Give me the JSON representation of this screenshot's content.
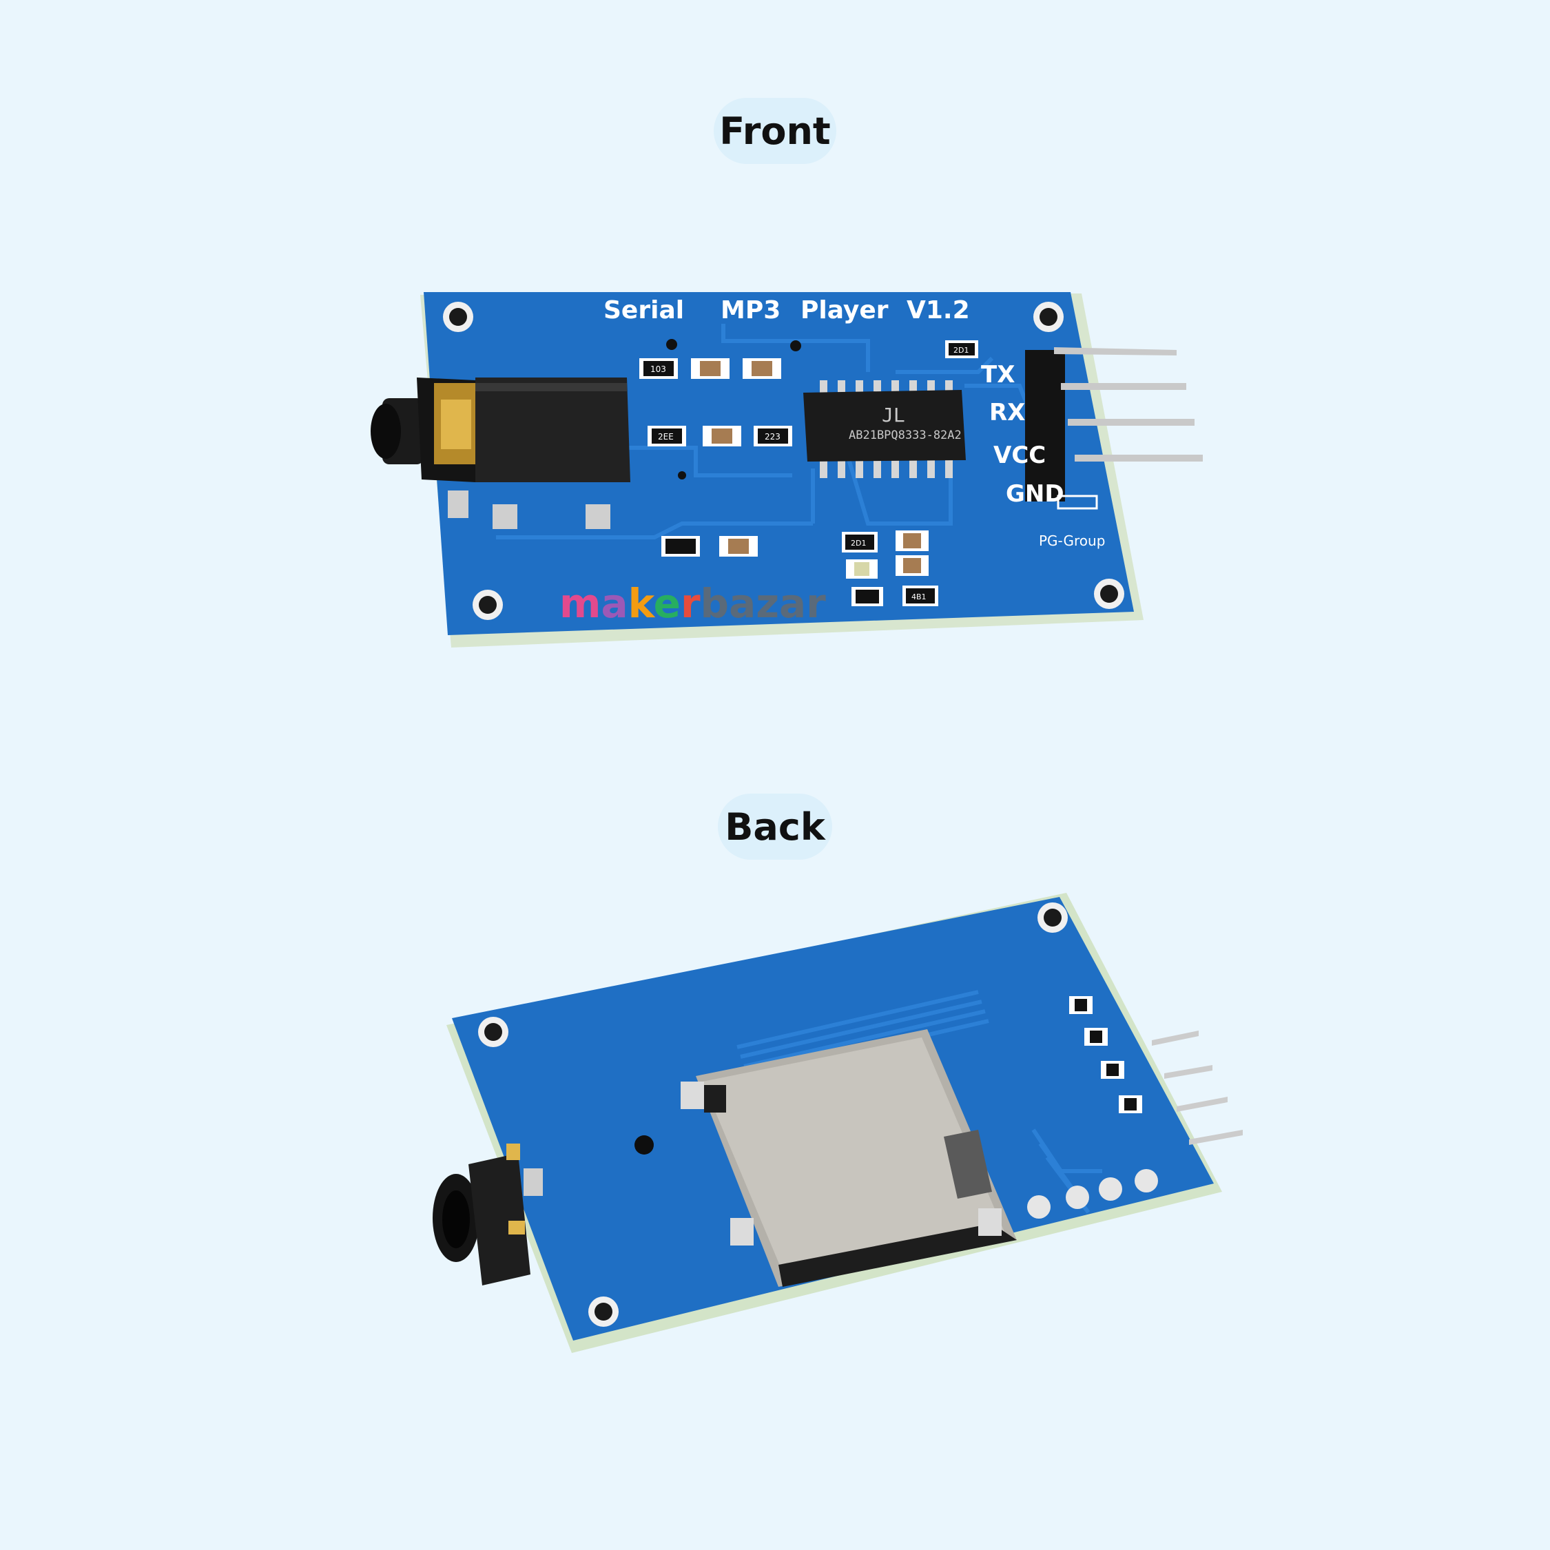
{
  "labels": {
    "front": "Front",
    "back": "Back"
  },
  "front_board": {
    "title_words": [
      "Serial",
      "MP3",
      "Player",
      "V1.2"
    ],
    "pins": [
      "TX",
      "RX",
      "VCC",
      "GND"
    ],
    "maker_mark": "PG-Group",
    "chip_marking": "AB21BPQ8333-82A2",
    "chip_logo": "JL",
    "component_codes": [
      "103",
      "2EE",
      "223",
      "2D1",
      "2D1",
      "4B1"
    ],
    "brand_logo": {
      "part1": "maker",
      "part2": "bazar",
      "part1_letter_colors": [
        "#e24a8d",
        "#9b59b6",
        "#f39c12",
        "#27ae60",
        "#e74c3c"
      ],
      "part2_color": "#5a6a7a"
    }
  },
  "colors": {
    "background": "#eaf6fd",
    "pill": "#dcf0fb",
    "pcb_blue": "#1f6fc4",
    "pcb_edge": "#cfe3c8"
  }
}
